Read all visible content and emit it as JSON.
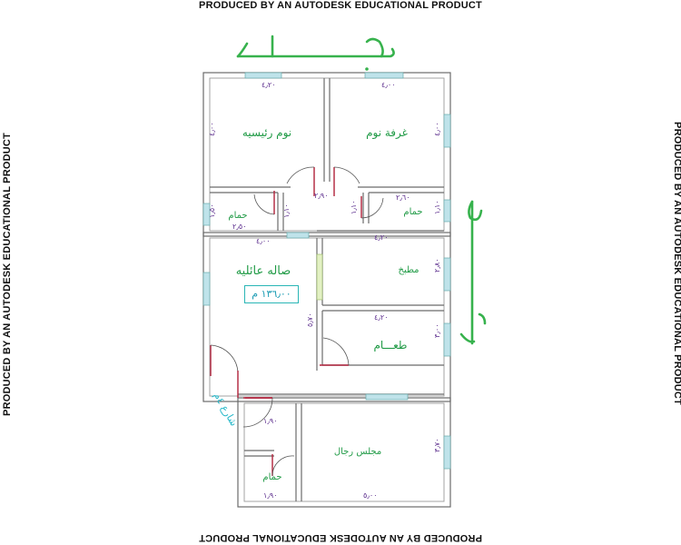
{
  "watermark": "PRODUCED BY AN AUTODESK EDUCATIONAL PRODUCT",
  "neighbor_top": "جـــار",
  "neighbor_right": "جـــار",
  "area_label": "١٣٦٫٠٠ م",
  "street_label": "شارع ٤م",
  "rooms": {
    "master_bedroom": "نوم رئيسيه",
    "bedroom": "غرفة نوم",
    "bath_left": "حمام",
    "bath_right": "حمام",
    "family_hall": "صاله عائليه",
    "kitchen": "مطبخ",
    "dining": "طعـــام",
    "men_majlis": "مجلس رجال",
    "bath_bottom": "حمام"
  },
  "dims": {
    "master_w": "٤٫٢٠",
    "master_h": "٤٫٠٠",
    "bedroom_w": "٤٫٠٠",
    "bedroom_h": "٤٫٠٠",
    "bath_left_w": "٢٫٥٠",
    "bath_left_h": "١٫٥٠",
    "corridor_w": "٢٫٩٠",
    "corridor_h": "١٫١٠",
    "bath_right_w": "٢٫٦٠",
    "bath_right_h": "١٫١٠",
    "hall_w": "٤٫٠٠",
    "hall_h": "٥٫٧٠",
    "kitchen_w": "٤٫٢٠",
    "kitchen_h": "٢٫٨٠",
    "dining_w": "٤٫٢٠",
    "dining_h": "٣٫٠٠",
    "majlis_w": "٥٫٠٠",
    "majlis_h": "٣٫٧٠",
    "bath_bottom_w1": "١٫٩٠",
    "bath_bottom_w2": "١٫٩٠"
  }
}
